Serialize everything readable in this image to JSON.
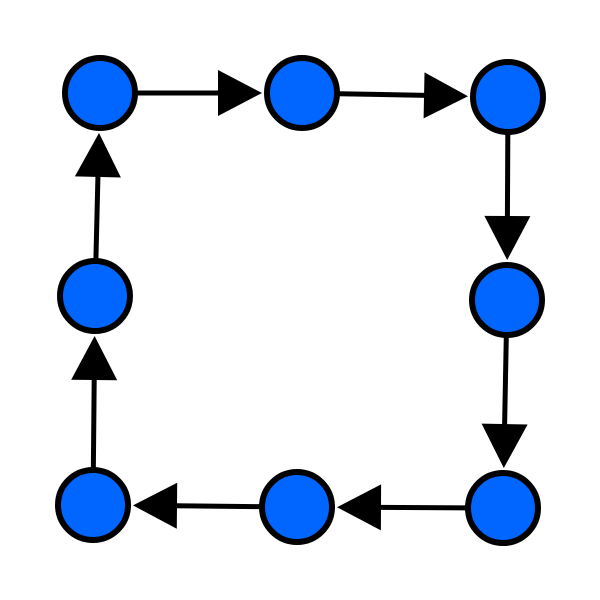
{
  "diagram": {
    "type": "directed-cycle",
    "node_count": 8,
    "edge_count": 8,
    "colors": {
      "node_fill": "#0066ff",
      "stroke": "#000000",
      "background": "#ffffff"
    },
    "nodes": [
      {
        "id": "n1"
      },
      {
        "id": "n2"
      },
      {
        "id": "n3"
      },
      {
        "id": "n4"
      },
      {
        "id": "n5"
      },
      {
        "id": "n6"
      },
      {
        "id": "n7"
      },
      {
        "id": "n8"
      }
    ],
    "edges": [
      {
        "from": "n1",
        "to": "n2"
      },
      {
        "from": "n2",
        "to": "n3"
      },
      {
        "from": "n3",
        "to": "n4"
      },
      {
        "from": "n4",
        "to": "n5"
      },
      {
        "from": "n5",
        "to": "n6"
      },
      {
        "from": "n6",
        "to": "n7"
      },
      {
        "from": "n7",
        "to": "n8"
      },
      {
        "from": "n8",
        "to": "n1"
      }
    ]
  }
}
